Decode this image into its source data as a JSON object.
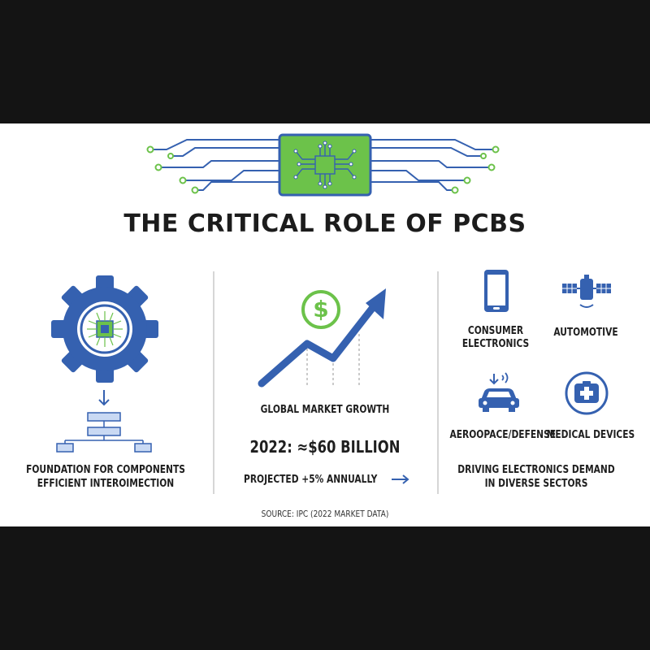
{
  "title": "THE CRITICAL ROLE OF PCBS",
  "left_column": {
    "caption_line1": "FOUNDATION FOR COMPONENTS",
    "caption_line2": "EFFICIENT INTEROIMECTION"
  },
  "middle_column": {
    "label": "GLOBAL MARKET GROWTH",
    "value": "2022: ≈$60 BILLION",
    "projection": "PROJECTED +5% ANNUALLY",
    "currency_symbol": "$"
  },
  "right_column": {
    "sectors": [
      {
        "line1": "CONSUMER",
        "line2": "ELECTRONICS",
        "icon": "smartphone-icon"
      },
      {
        "line1": "AUTOMOTIVE",
        "line2": "",
        "icon": "satellite-icon"
      },
      {
        "line1": "AEROOPACE/DEFENSE",
        "line2": "",
        "icon": "car-icon"
      },
      {
        "line1": "MEDICAL DEVICES",
        "line2": "",
        "icon": "medical-cross-icon"
      }
    ],
    "caption_line1": "DRIVING ELECTRONICS DEMAND",
    "caption_line2": "IN DIVERSE SECTORS"
  },
  "source": "SOURCE: IPC (2022 MARKET DATA)",
  "colors": {
    "blue": "#3561b0",
    "green": "#6cc24a",
    "dark_text": "#1f1f1f",
    "frame": "#141414"
  }
}
